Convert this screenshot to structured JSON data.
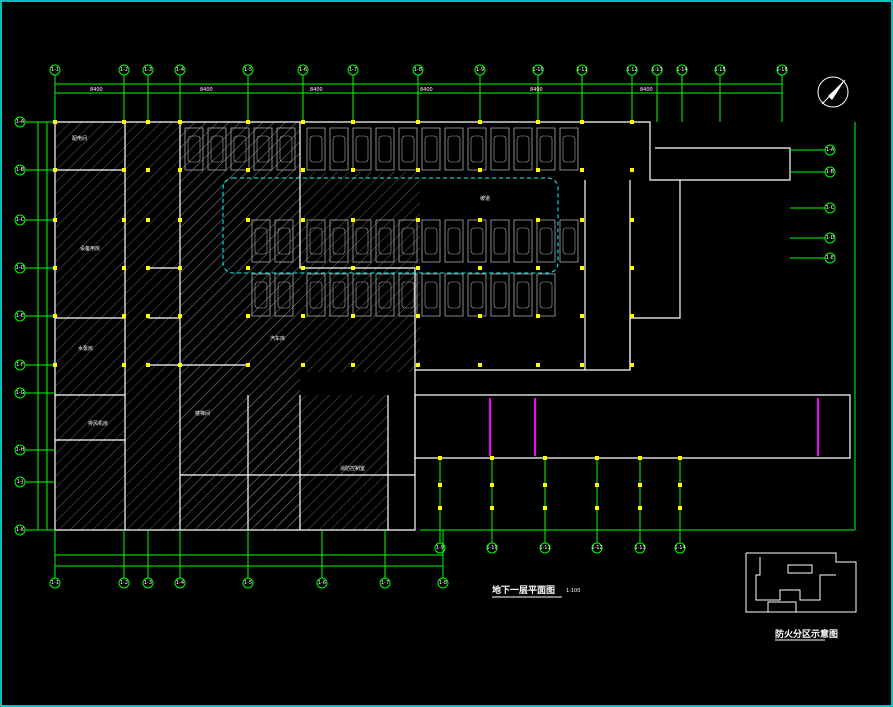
{
  "drawing": {
    "title": "地下一层平面图",
    "scale": "1:100",
    "keyplan_title": "防火分区示意图",
    "colors": {
      "background": "#000000",
      "frame": "#00ffff",
      "axis": "#00ff00",
      "wall": "#ffffff",
      "hatch": "#808080",
      "column": "#ffff00",
      "accent": "#ff00ff",
      "dashed": "#00ffff"
    }
  },
  "grid_top": [
    "1-1",
    "1-2",
    "1-3",
    "1-4",
    "1-5",
    "1-6",
    "1-7",
    "1-8",
    "1-9",
    "1-10",
    "1-11",
    "1-12",
    "1-13",
    "1-14",
    "1-15",
    "1-16"
  ],
  "grid_bottom": [
    "1-1",
    "1-2",
    "1-3",
    "1-4",
    "1-5",
    "1-6",
    "1-7",
    "1-8"
  ],
  "grid_left": [
    "1-A",
    "1-B",
    "1-C",
    "1-D",
    "1-E",
    "1-F",
    "1-G",
    "1-H",
    "1-J",
    "1-K"
  ],
  "grid_right": [
    "1-A",
    "1-B",
    "1-C",
    "1-D",
    "1-E"
  ],
  "grid_lower": [
    "1-9",
    "1-10",
    "1-11",
    "1-12",
    "1-13",
    "1-14"
  ],
  "rooms": [
    {
      "label": "配电间",
      "pos": "a"
    },
    {
      "label": "汽车库",
      "pos": "b"
    },
    {
      "label": "设备用房",
      "pos": "c"
    },
    {
      "label": "水泵房",
      "pos": "d"
    },
    {
      "label": "排风机房",
      "pos": "e"
    },
    {
      "label": "坡道",
      "pos": "f"
    },
    {
      "label": "楼梯间",
      "pos": "g"
    },
    {
      "label": "消防控制室",
      "pos": "h"
    }
  ],
  "dimension_labels": [
    "8400",
    "8400",
    "8400",
    "8400",
    "8400",
    "8400"
  ]
}
